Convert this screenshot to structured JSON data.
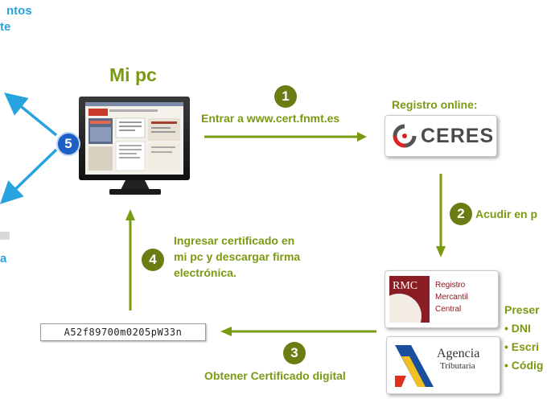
{
  "top_left": {
    "line1": "ntos",
    "line2": "te"
  },
  "mi_pc": "Mi pc",
  "steps": [
    {
      "num": "1",
      "text": "Entrar a www.cert.fnmt.es"
    },
    {
      "num": "2",
      "text": "Acudir en p"
    },
    {
      "num": "3",
      "text": "Obtener Certificado digital"
    },
    {
      "num": "4",
      "lines": [
        "Ingresar certificado en",
        "mi pc y descargar firma",
        "electrónica."
      ]
    },
    {
      "num": "5"
    }
  ],
  "registro_online": "Registro online:",
  "ceres_logo": "CERES",
  "rmc_logo": {
    "badge": "RMC",
    "lines": [
      "Registro",
      "Mercantil",
      "Central"
    ]
  },
  "agencia_logo": {
    "line1": "Agencia",
    "line2": "Tributaria"
  },
  "present_list": {
    "heading": "Preser",
    "items": [
      "• DNI",
      "• Escri",
      "• Códig"
    ]
  },
  "certificate_code": "A52f89700m0205pW33n",
  "left_fragment": "a",
  "colors": {
    "green": "#7a9a12",
    "olive": "#6b7d12",
    "blue": "#29a3e0",
    "dark_blue": "#1d5fc4",
    "rmc_red": "#8a1c24"
  }
}
